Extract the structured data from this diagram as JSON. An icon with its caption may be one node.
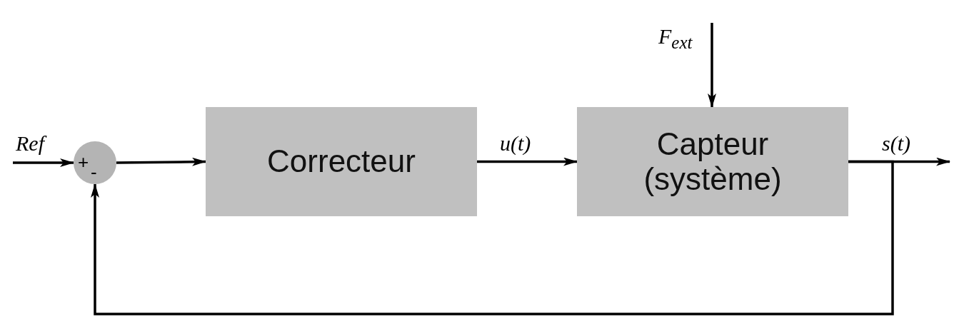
{
  "diagram": {
    "nodes": [
      {
        "text": [
          "+",
          "-"
        ]
      },
      {
        "text": [
          "Correcteur"
        ]
      },
      {
        "text": [
          "Capteur (système)"
        ]
      }
    ],
    "edges": [
      {
        "from": null,
        "to": 0,
        "arrow": "to",
        "label": "Ref"
      },
      {
        "from": 0,
        "to": 1,
        "arrow": "to"
      },
      {
        "from": 1,
        "to": 2,
        "arrow": "to",
        "label": "u(t)"
      },
      {
        "from": null,
        "to": 2,
        "arrow": "to",
        "label": "F$_{ext}$"
      },
      {
        "from": 2,
        "to": null,
        "arrow": "to",
        "label": "s(t)"
      },
      {
        "from": 2,
        "to": 0,
        "arrow": "to"
      }
    ]
  }
}
